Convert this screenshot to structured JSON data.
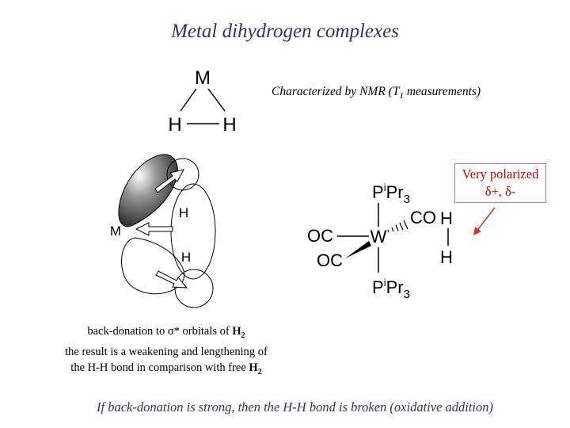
{
  "title": "Metal dihydrogen complexes",
  "nmr_note": {
    "prefix": "Characterized by NMR (T",
    "subscript": "1",
    "suffix": " measurements)"
  },
  "polarization": {
    "line1": "Very polarized",
    "line2": "δ+, δ-"
  },
  "triangle": {
    "top": "M",
    "left": "H",
    "right": "H"
  },
  "orbital": {
    "metal": "M",
    "h_top": "H",
    "h_bottom": "H"
  },
  "complex": {
    "metal": "W",
    "top_ligand_p": "P",
    "top_ligand_i": "i",
    "top_ligand_pr": "Pr",
    "top_ligand_sub": "3",
    "bottom_ligand_p": "P",
    "bottom_ligand_i": "i",
    "bottom_ligand_pr": "Pr",
    "bottom_ligand_sub": "3",
    "co_right": "CO",
    "co_left_upper": "OC",
    "co_left_lower": "OC",
    "h_top": "H",
    "h_bottom": "H"
  },
  "backdonation": {
    "line1_prefix": "back-donation to σ* orbitals of ",
    "line1_bold": "H",
    "line1_sub": "2",
    "line2": "the result is a weakening and lengthening of",
    "line3_prefix": "the H-H bond in comparison with free ",
    "line3_bold": "H",
    "line3_sub": "2"
  },
  "footer": "If back-donation is strong, then the H-H bond is broken (oxidative addition)",
  "colors": {
    "title": "#33336b",
    "polar_text": "#cc0000",
    "polar_border": "#d07a7a",
    "arrow": "#cc3333"
  }
}
